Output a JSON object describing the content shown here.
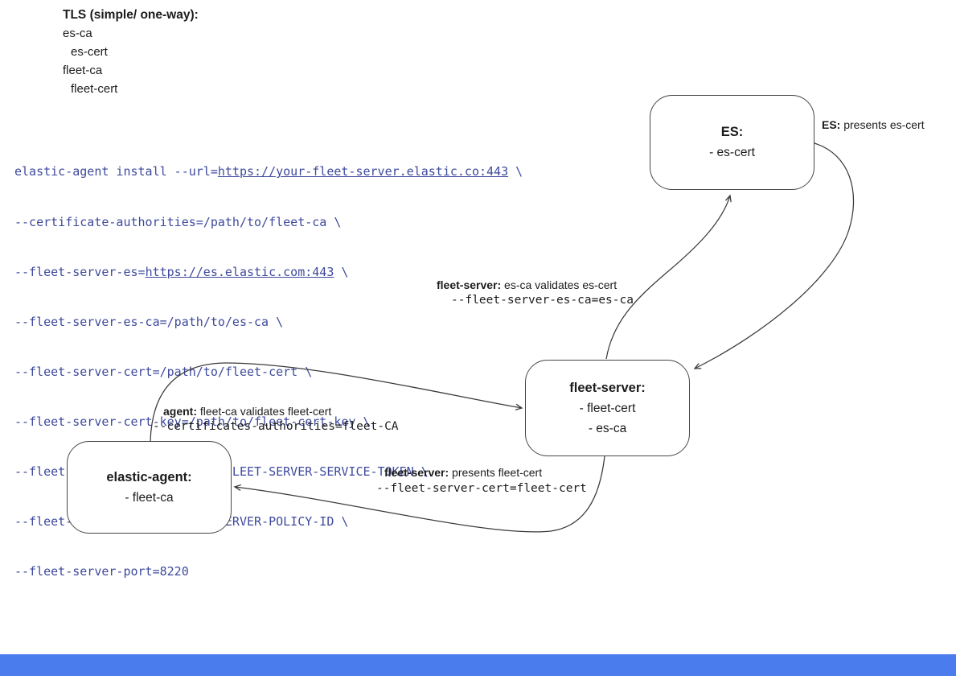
{
  "colors": {
    "code_text": "#3e4a9c",
    "arrow": "#3a3a3a",
    "box_border": "#474747",
    "footer_bar": "#4b7cee"
  },
  "legend": {
    "title": "TLS (simple/ one-way):",
    "items": [
      {
        "label": "es-ca"
      },
      {
        "label": "es-cert"
      },
      {
        "label": "fleet-ca"
      },
      {
        "label": "fleet-cert"
      }
    ]
  },
  "command": {
    "lines": [
      [
        {
          "t": "elastic-agent install --url="
        },
        {
          "t": "https://your-fleet-server.elastic.co:443",
          "u": true
        },
        {
          "t": " \\"
        }
      ],
      [
        {
          "t": "--certificate-authorities=/path/to/fleet-ca \\"
        }
      ],
      [
        {
          "t": "--fleet-server-es="
        },
        {
          "t": "https://es.elastic.com:443",
          "u": true
        },
        {
          "t": " \\"
        }
      ],
      [
        {
          "t": "--fleet-server-es-ca=/path/to/es-ca \\"
        }
      ],
      [
        {
          "t": "--fleet-server-cert=/path/to/fleet-cert \\"
        }
      ],
      [
        {
          "t": "--fleet-server-cert-key=/path/to/fleet-cert-key \\"
        }
      ],
      [
        {
          "t": "--fleet-server-service-token=FLEET-SERVER-SERVICE-TOKEN \\"
        }
      ],
      [
        {
          "t": "--fleet-server-policy=FLEET-SERVER-POLICY-ID \\"
        }
      ],
      [
        {
          "t": "--fleet-server-port=8220"
        }
      ]
    ]
  },
  "nodes": {
    "es": {
      "title": "ES:",
      "lines": [
        "- es-cert"
      ]
    },
    "fleet_server": {
      "title": "fleet-server:",
      "lines": [
        "- fleet-cert",
        "- es-ca"
      ]
    },
    "elastic_agent": {
      "title": "elastic-agent:",
      "lines": [
        "- fleet-ca"
      ]
    }
  },
  "edge_labels": {
    "es_presents": {
      "bold": "ES:",
      "rest": " presents es-cert"
    },
    "fleet_validates": {
      "bold": "fleet-server:",
      "rest": " es-ca validates es-cert",
      "mono": "--fleet-server-es-ca=es-ca"
    },
    "agent_validates": {
      "bold": "agent:",
      "rest": " fleet-ca validates fleet-cert",
      "mono": "--certificates-authorities=fleet-CA"
    },
    "fleet_presents": {
      "bold": "fleet-server:",
      "rest": " presents fleet-cert",
      "mono": "--fleet-server-cert=fleet-cert"
    }
  }
}
